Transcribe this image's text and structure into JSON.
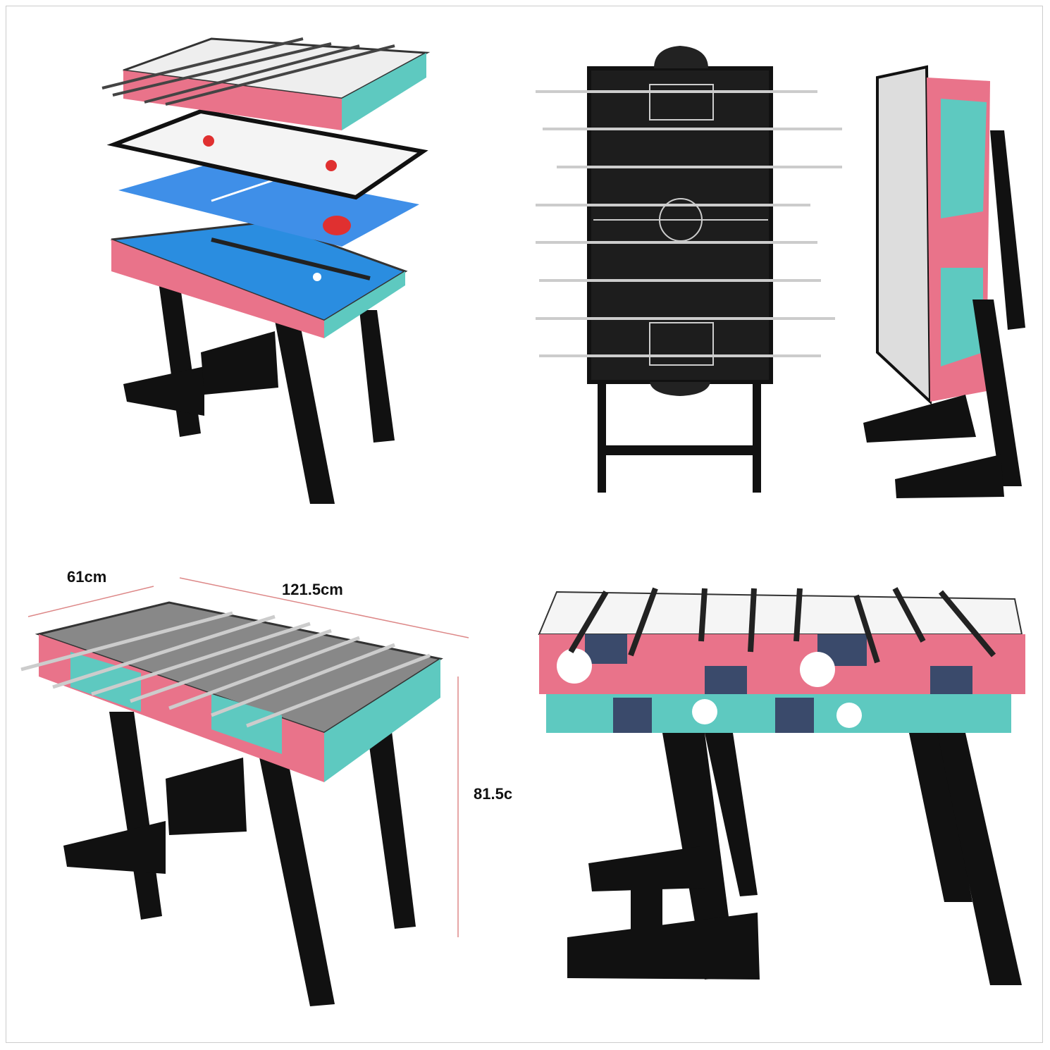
{
  "dimensions": {
    "depth": "61cm",
    "length": "121.5cm",
    "height": "81.5c"
  },
  "colors": {
    "leg": "#111111",
    "pool_felt": "#2a8de0",
    "table_tennis": "#3f8fe8",
    "air_hockey": "#f4f4f4",
    "decor_pink": "#e9738a",
    "decor_teal": "#5ec9c0",
    "decor_navy": "#3a4a6b"
  }
}
